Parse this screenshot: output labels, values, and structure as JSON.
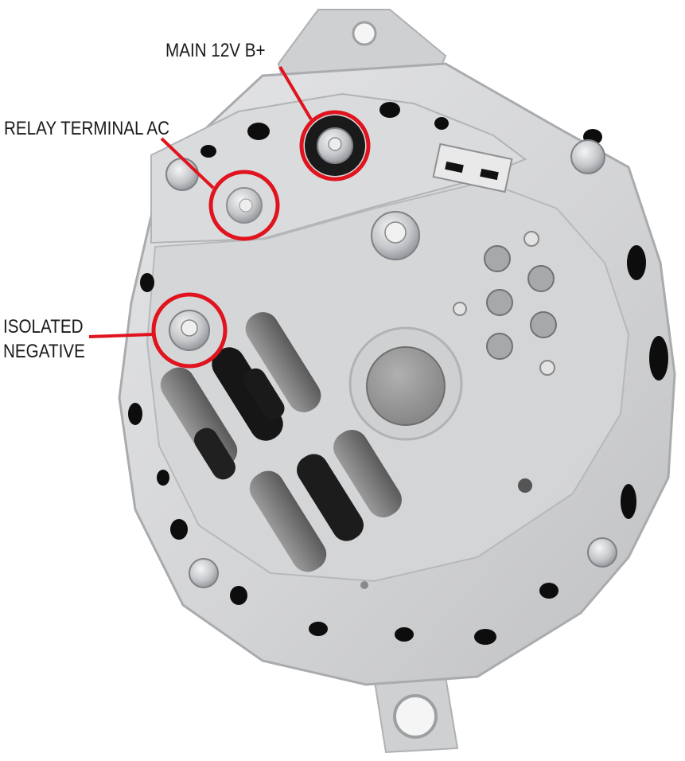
{
  "callouts": {
    "main": {
      "text": "MAIN 12V B+"
    },
    "relay": {
      "text": "RELAY TERMINAL AC"
    },
    "isolated": {
      "line1": "ISOLATED",
      "line2": "NEGATIVE"
    }
  },
  "colors": {
    "callout_red": "#e0141e",
    "housing": "#d2d3d5",
    "housing_shadow": "#b9babc",
    "hole": "#0d0d0d",
    "label_text": "#1a1a1a"
  }
}
